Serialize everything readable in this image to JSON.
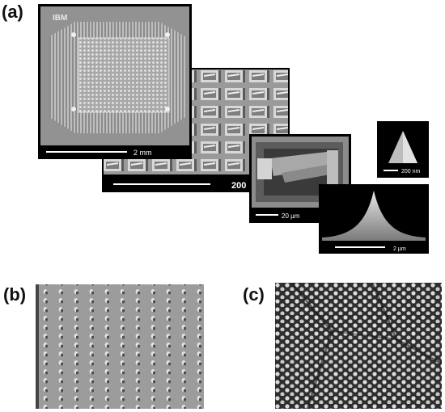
{
  "panels": {
    "a": {
      "letter": "(a)"
    },
    "b": {
      "letter": "(b)"
    },
    "c": {
      "letter": "(c)"
    }
  },
  "chip": {
    "logo": "IBM",
    "scale_label": "2 mm"
  },
  "array_view": {
    "scale_label": "200 µm"
  },
  "cantilever_view": {
    "scale_label": "20 µm"
  },
  "tip_top_view": {
    "scale_label": "200 nm"
  },
  "tip_side_view": {
    "scale_label": "2 µm"
  }
}
